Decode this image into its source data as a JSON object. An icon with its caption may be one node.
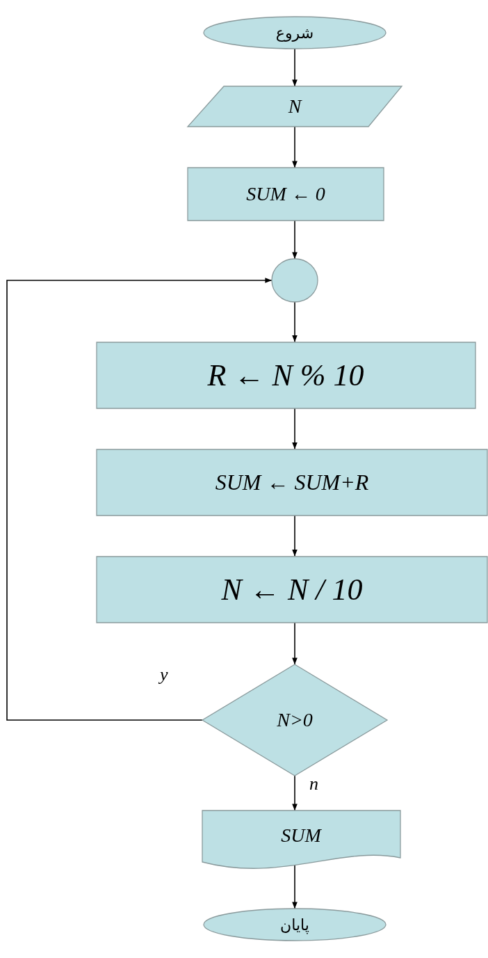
{
  "diagram": {
    "nodes": [
      {
        "text": [
          "شروع"
        ]
      },
      {
        "text": [
          "N"
        ]
      },
      {
        "text": [
          "SUM ← 0"
        ]
      },
      {
        "text": [],
        "shape": "circle"
      },
      {
        "text": [
          "R ← N % 10"
        ]
      },
      {
        "text": [
          "SUM ← SUM+R"
        ]
      },
      {
        "text": [
          "N ← N / 10"
        ]
      },
      {
        "text": [
          "N>0"
        ]
      },
      {
        "text": [
          "SUM"
        ]
      },
      {
        "text": [
          "پایان"
        ]
      }
    ],
    "edges": [
      {
        "from": 0,
        "to": 1,
        "arrow": "to"
      },
      {
        "from": 1,
        "to": 2,
        "arrow": "to"
      },
      {
        "from": 2,
        "to": 3,
        "arrow": "to"
      },
      {
        "from": 3,
        "to": 4,
        "arrow": "to"
      },
      {
        "from": 4,
        "to": 5,
        "arrow": "to"
      },
      {
        "from": 5,
        "to": 6,
        "arrow": "to"
      },
      {
        "from": 6,
        "to": 7,
        "arrow": "to"
      },
      {
        "from": 7,
        "to": 3,
        "arrow": "to",
        "label": "y"
      },
      {
        "from": 7,
        "to": 8,
        "arrow": "to",
        "label": "n"
      },
      {
        "from": 8,
        "to": 9,
        "arrow": "to"
      }
    ]
  }
}
